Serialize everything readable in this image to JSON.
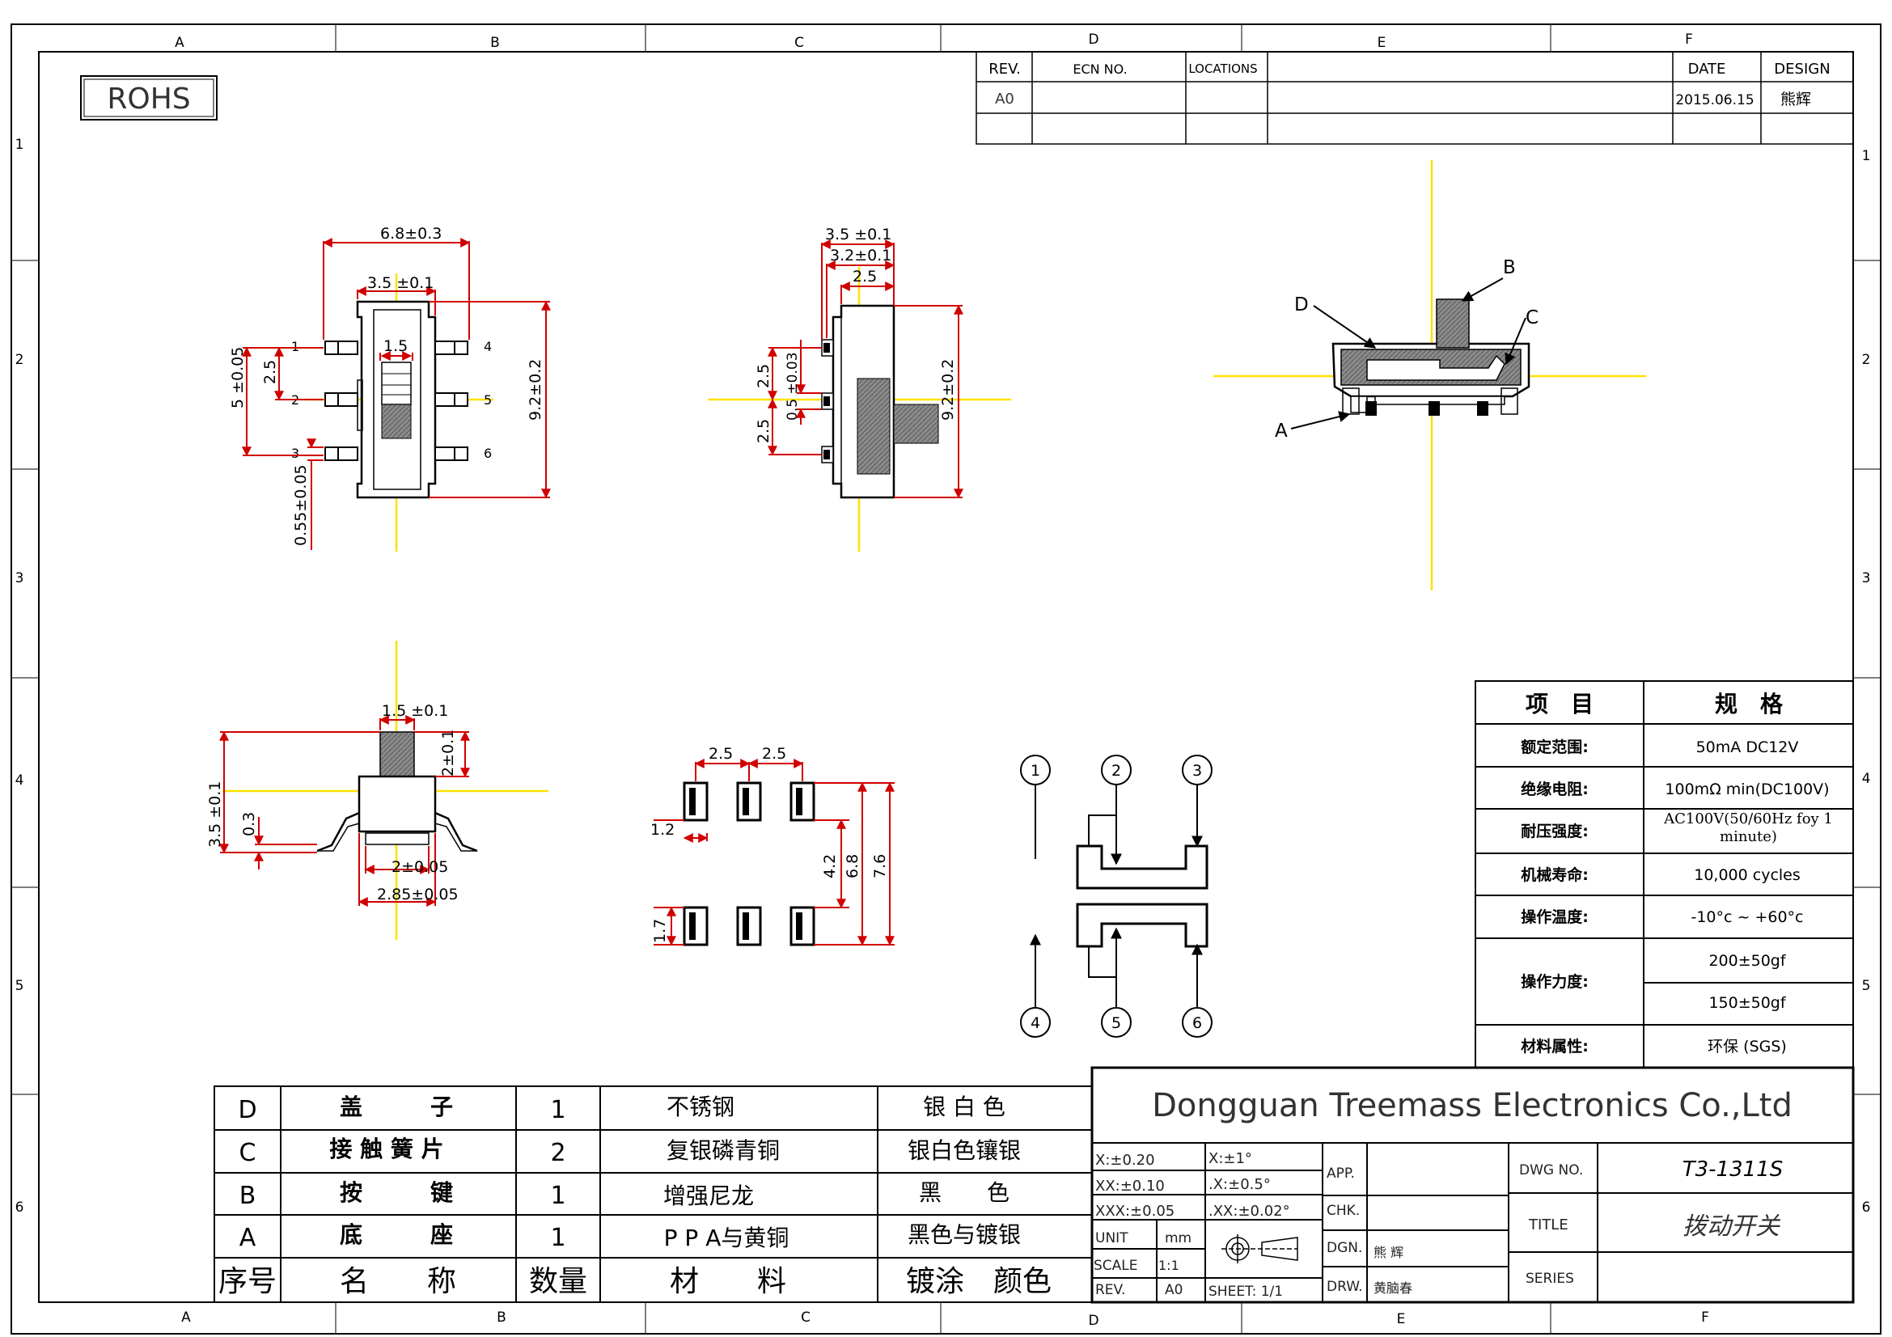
{
  "grid": {
    "cols": [
      "A",
      "B",
      "C",
      "D",
      "E",
      "F"
    ],
    "rows": [
      "1",
      "2",
      "3",
      "4",
      "5",
      "6"
    ]
  },
  "rohs": "ROHS",
  "revision": {
    "headers": [
      "REV.",
      "ECN NO.",
      "LOCATIONS",
      "DATE",
      "DESIGN"
    ],
    "rows": [
      [
        "A0",
        "",
        "",
        "2015.06.15",
        "熊辉"
      ],
      [
        "",
        "",
        "",
        "",
        ""
      ]
    ]
  },
  "views": {
    "front": {
      "dims": [
        "6.8±0.3",
        "3.5 ±0.1",
        "1.5",
        "5 ±0.05",
        "2.5",
        "9.2±0.2",
        "0.55±0.05"
      ],
      "pins": [
        "1",
        "2",
        "3",
        "4",
        "5",
        "6"
      ]
    },
    "side": {
      "dims": [
        "3.5 ±0.1",
        "3.2±0.1",
        "2.5",
        "2.5",
        "0.5 ±0.03",
        "2.5",
        "9.2±0.2"
      ]
    },
    "section": {
      "labels": [
        "B",
        "C",
        "D",
        "A"
      ]
    },
    "end": {
      "dims": [
        "1.5 ±0.1",
        "2±0.1",
        "3.5 ±0.1",
        "0.3",
        "2±0.05",
        "2.85±0.05"
      ]
    },
    "pcb": {
      "dims": [
        "2.5",
        "2.5",
        "1.2",
        "1.7",
        "4.2",
        "6.8",
        "7.6"
      ]
    },
    "schematic": {
      "pins": [
        "1",
        "2",
        "3",
        "4",
        "5",
        "6"
      ]
    }
  },
  "spec_table": {
    "header": [
      "项　目",
      "规　格"
    ],
    "rows": [
      {
        "item": "额定范围:",
        "value": "50mA DC12V"
      },
      {
        "item": "绝缘电阻:",
        "value": "100mΩ min(DC100V)"
      },
      {
        "item": "耐压强度:",
        "value": "AC100V(50/60Hz foy 1 minute)"
      },
      {
        "item": "机械寿命:",
        "value": "10,000 cycles"
      },
      {
        "item": "操作温度:",
        "value": "-10°c ~ +60°c"
      },
      {
        "item": "操作力度:",
        "value": "200±50gf",
        "value2": "150±50gf"
      },
      {
        "item": "材料属性:",
        "value": "环保 (SGS)"
      }
    ]
  },
  "bom": {
    "rows": [
      {
        "id": "D",
        "name": "盖　　　子",
        "qty": "1",
        "material": "不锈钢",
        "finish": "银 白 色"
      },
      {
        "id": "C",
        "name": "接 触 簧 片",
        "qty": "2",
        "material": "复银磷青铜",
        "finish": "银白色镶银"
      },
      {
        "id": "B",
        "name": "按　　　键",
        "qty": "1",
        "material": "增强尼龙",
        "finish": "黑　　色"
      },
      {
        "id": "A",
        "name": "底　　　座",
        "qty": "1",
        "material": "P P A与黄铜",
        "finish": "黑色与镀银"
      }
    ],
    "header": {
      "id": "序号",
      "name": "名　　称",
      "qty": "数量",
      "material": "材　　料",
      "finish": "镀涂　颜色"
    }
  },
  "title_block": {
    "company": "Dongguan Treemass Electronics Co.,Ltd",
    "tolerances": [
      "X:±0.20",
      "X:±1°",
      "XX:±0.10",
      ".X:±0.5°",
      "XXX:±0.05",
      ".XX:±0.02°"
    ],
    "unit_label": "UNIT",
    "unit": "mm",
    "scale_label": "SCALE",
    "scale": "1:1",
    "rev_label": "REV.",
    "rev": "A0",
    "sheet": "SHEET: 1/1",
    "app": "APP.",
    "chk": "CHK.",
    "dgn": "DGN.",
    "dgn_name": "熊 辉",
    "drw": "DRW.",
    "drw_name": "黄脑春",
    "dwg_no_label": "DWG NO.",
    "dwg_no": "T3-1311S",
    "title_label": "TITLE",
    "title": "拨动开关",
    "series_label": "SERIES"
  }
}
